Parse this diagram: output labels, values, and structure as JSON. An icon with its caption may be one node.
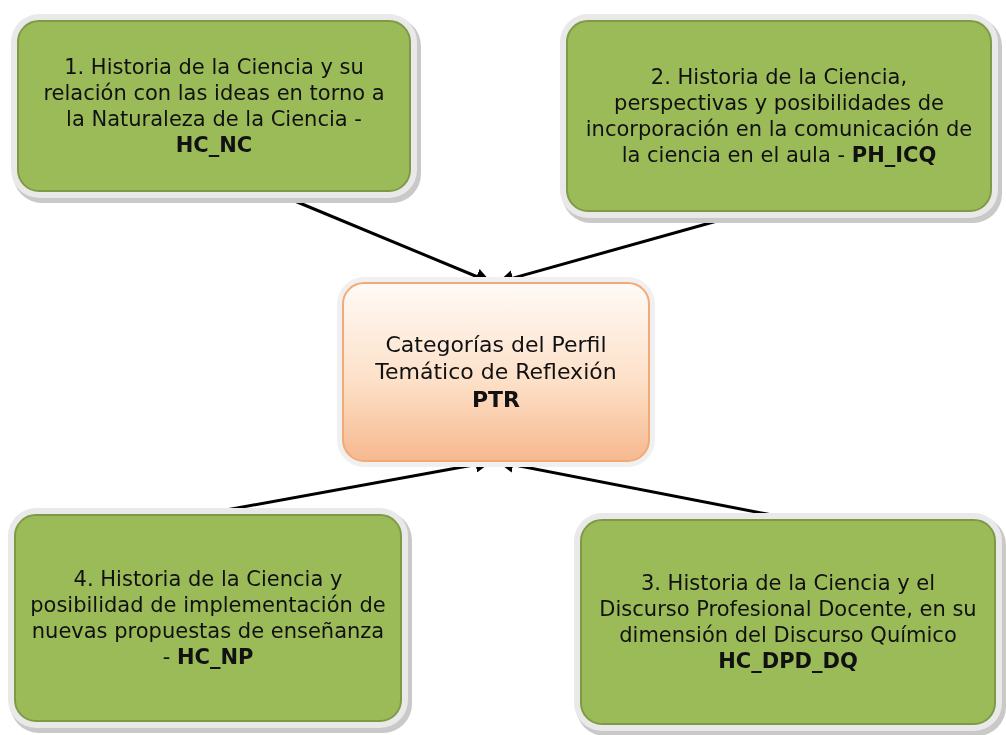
{
  "diagram": {
    "nodes": [
      {
        "text": [
          "1. Historia de la Ciencia y su relación con las ideas en torno a la  Naturaleza de la Ciencia - **HC_NC**"
        ]
      },
      {
        "text": [
          "2. Historia de la Ciencia, perspectivas y posibilidades de incorporación en la comunicación de la ciencia en el aula - **PH_ICQ**"
        ]
      },
      {
        "text": [
          "Categorías del Perfil Temático de Reflexión",
          "PTR"
        ]
      },
      {
        "text": [
          "4. Historia de la Ciencia y posibilidad de implementación de nuevas propuestas de enseñanza - **HC_NP**"
        ]
      },
      {
        "text": [
          "3. Historia de la Ciencia y el Discurso Profesional Docente, en su dimensión del Discurso Químico",
          "HC_DPD_DQ"
        ]
      }
    ],
    "edges": [
      {
        "from": 0,
        "to": 2,
        "arrow": "to"
      },
      {
        "from": 1,
        "to": 2,
        "arrow": "to"
      },
      {
        "from": 3,
        "to": 2,
        "arrow": "to"
      },
      {
        "from": 4,
        "to": 2,
        "arrow": "to"
      }
    ]
  }
}
